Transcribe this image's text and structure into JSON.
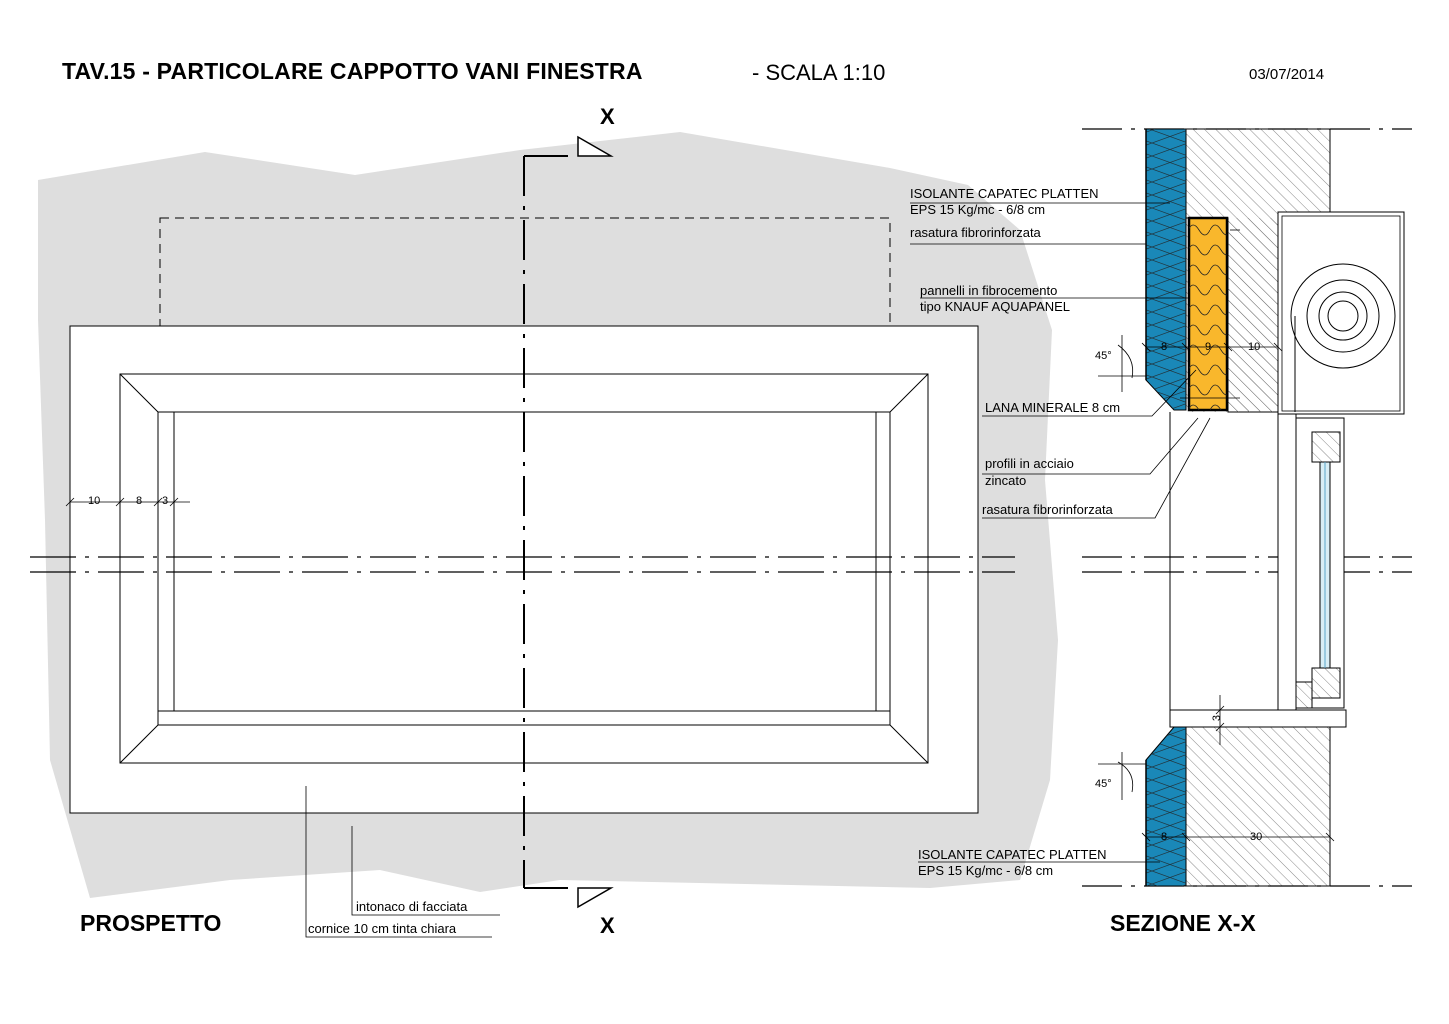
{
  "sheet": {
    "title": "TAV.15 - PARTICOLARE CAPPOTTO VANI FINESTRA",
    "scale": "- SCALA 1:10",
    "date": "03/07/2014"
  },
  "prospetto": {
    "caption": "PROSPETTO",
    "section_mark_top": "X",
    "section_mark_bottom": "X",
    "dims": {
      "a": "10",
      "b": "8",
      "c": "3"
    },
    "labels": {
      "intonaco": "intonaco di facciata",
      "cornice": "cornice 10 cm tinta chiara"
    }
  },
  "sezione": {
    "caption": "SEZIONE X-X",
    "labels": {
      "isolante_top_1": "ISOLANTE CAPATEC PLATTEN",
      "isolante_top_2": "EPS 15 Kg/mc - 6/8 cm",
      "rasatura_top": "rasatura fibrorinforzata",
      "pannelli_1": "pannelli in fibrocemento",
      "pannelli_2": "tipo KNAUF AQUAPANEL",
      "lana": "LANA MINERALE 8 cm",
      "profili_1": "profili in acciaio",
      "profili_2": "zincato",
      "rasatura_bottom": "rasatura fibrorinforzata",
      "isolante_bottom_1": "ISOLANTE CAPATEC PLATTEN",
      "isolante_bottom_2": "EPS 15 Kg/mc - 6/8 cm"
    },
    "dims": {
      "angle_top": "45°",
      "angle_bottom": "45°",
      "d8": "8",
      "d9": "9",
      "d10": "10",
      "d3": "3",
      "d8b": "8",
      "d30": "30"
    }
  },
  "colors": {
    "background_wall": "#dedede",
    "insulation_blue": "#1a88b8",
    "mineral_wool_yellow": "#f9b72c",
    "line": "#000000"
  }
}
